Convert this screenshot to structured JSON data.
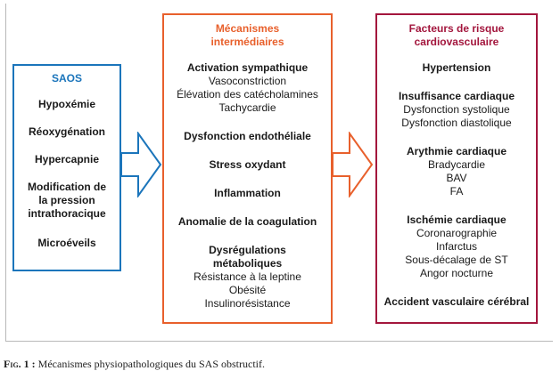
{
  "saos": {
    "title": "SAOS",
    "items": [
      "Hypoxémie",
      "Réoxygénation",
      "Hypercapnie",
      "Modification de la pression intrathoracique",
      "Microéveils"
    ]
  },
  "mechanisms": {
    "title": "Mécanismes intermédiaires",
    "groups": [
      {
        "heading": "Activation sympathique",
        "sub": [
          "Vasoconstriction",
          "Élévation des catécholamines",
          "Tachycardie"
        ]
      },
      {
        "heading": "Dysfonction endothéliale",
        "sub": []
      },
      {
        "heading": "Stress oxydant",
        "sub": []
      },
      {
        "heading": "Inflammation",
        "sub": []
      },
      {
        "heading": "Anomalie de la coagulation",
        "sub": []
      },
      {
        "heading": "Dysrégulations métaboliques",
        "sub": [
          "Résistance à la leptine",
          "Obésité",
          "Insulinorésistance"
        ]
      }
    ]
  },
  "risk": {
    "title": "Facteurs de risque cardiovasculaire",
    "groups": [
      {
        "heading": "Hypertension",
        "sub": []
      },
      {
        "heading": "Insuffisance cardiaque",
        "sub": [
          "Dysfonction systolique",
          "Dysfonction diastolique"
        ]
      },
      {
        "heading": "Arythmie cardiaque",
        "sub": [
          "Bradycardie",
          "BAV",
          "FA"
        ]
      },
      {
        "heading": "Ischémie cardiaque",
        "sub": [
          "Coronarographie",
          "Infarctus",
          "Sous-décalage de ST",
          "Angor nocturne"
        ]
      },
      {
        "heading": "Accident vasculaire cérébral",
        "sub": []
      }
    ]
  },
  "caption": {
    "label": "Fig. 1 :",
    "text": "Mécanismes physiopathologiques du SAS obstructif."
  },
  "colors": {
    "saos": "#1b75bb",
    "mechanisms": "#e8602c",
    "risk": "#a3163d"
  }
}
